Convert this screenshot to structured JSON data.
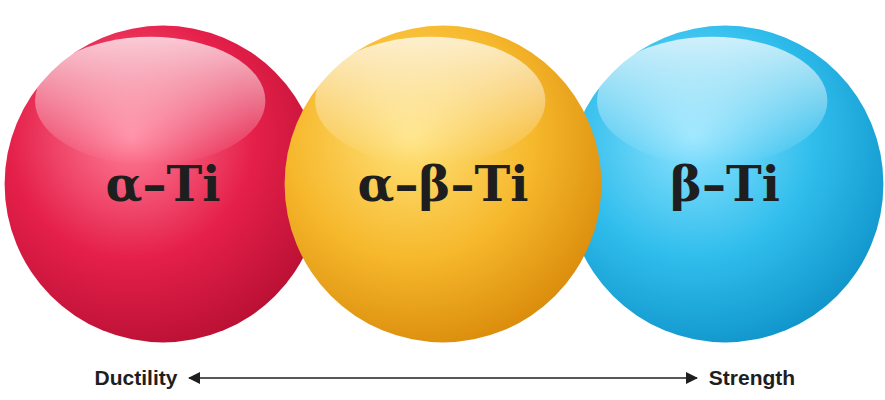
{
  "diagram": {
    "nodes": [
      {
        "text": [
          "α–Ti"
        ]
      },
      {
        "text": [
          "α–β–Ti"
        ]
      },
      {
        "text": [
          "β–Ti"
        ]
      }
    ],
    "labels": [
      "Ductility",
      "Strength"
    ]
  }
}
